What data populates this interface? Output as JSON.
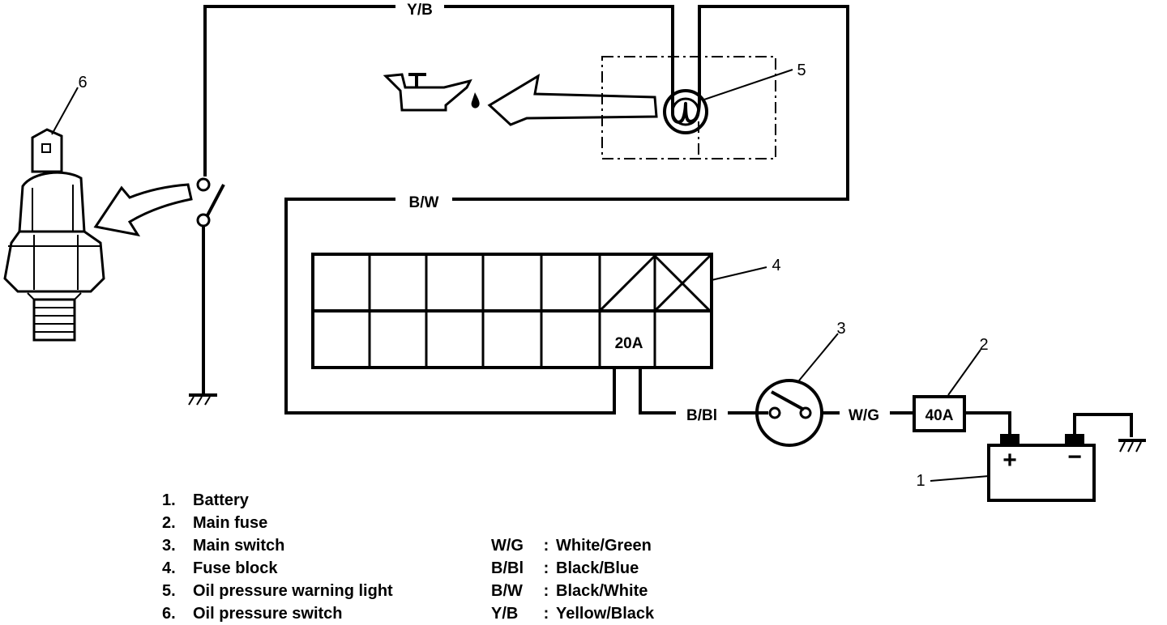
{
  "wires": {
    "top": "Y/B",
    "middle": "B/W",
    "switch_in": "B/Bl",
    "switch_out": "W/G"
  },
  "components": {
    "main_fuse_label": "40A",
    "fuse_block_label": "20A",
    "battery_plus": "+",
    "battery_minus": "−"
  },
  "callouts": [
    "1",
    "2",
    "3",
    "4",
    "5",
    "6"
  ],
  "parts": [
    {
      "num": "1.",
      "name": "Battery"
    },
    {
      "num": "2.",
      "name": "Main fuse"
    },
    {
      "num": "3.",
      "name": "Main switch"
    },
    {
      "num": "4.",
      "name": "Fuse block"
    },
    {
      "num": "5.",
      "name": "Oil pressure warning light"
    },
    {
      "num": "6.",
      "name": "Oil pressure switch"
    }
  ],
  "color_codes": [
    {
      "code": "W/G",
      "sep": ":",
      "meaning": "White/Green"
    },
    {
      "code": "B/Bl",
      "sep": ":",
      "meaning": "Black/Blue"
    },
    {
      "code": "B/W",
      "sep": ":",
      "meaning": "Black/White"
    },
    {
      "code": "Y/B",
      "sep": ":",
      "meaning": "Yellow/Black"
    }
  ]
}
